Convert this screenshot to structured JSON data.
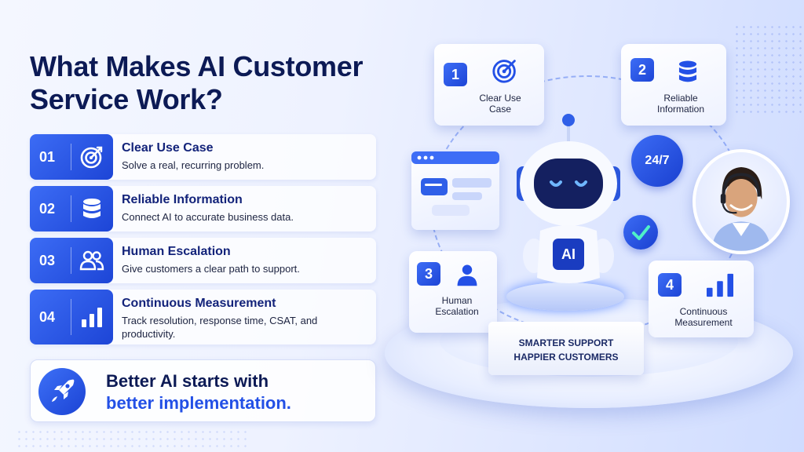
{
  "title": "What Makes AI Customer Service Work?",
  "steps": [
    {
      "num": "01",
      "icon": "target-icon",
      "title": "Clear Use Case",
      "desc": "Solve a real, recurring problem."
    },
    {
      "num": "02",
      "icon": "database-icon",
      "title": "Reliable Information",
      "desc": "Connect AI to accurate business data."
    },
    {
      "num": "03",
      "icon": "people-icon",
      "title": "Human Escalation",
      "desc": "Give customers a clear path to support."
    },
    {
      "num": "04",
      "icon": "bar-chart-icon",
      "title": "Continuous Measurement",
      "desc": "Track resolution, response time, CSAT, and productivity."
    }
  ],
  "banner": {
    "line1": "Better AI starts with",
    "line2": "better implementation.",
    "icon": "rocket-icon"
  },
  "illustration": {
    "cards": [
      {
        "num": "1",
        "label": "Clear Use Case",
        "icon": "target-icon"
      },
      {
        "num": "2",
        "label": "Reliable Information",
        "icon": "database-icon"
      },
      {
        "num": "3",
        "label": "Human Escalation",
        "icon": "person-icon"
      },
      {
        "num": "4",
        "label": "Continuous Measurement",
        "icon": "bar-chart-icon"
      }
    ],
    "hours_badge": "24/7",
    "robot_badge": "AI",
    "sign": {
      "line1": "SMARTER SUPPORT",
      "line2": "HAPPIER CUSTOMERS"
    }
  },
  "colors": {
    "accent": "#2350e6",
    "navy": "#0c1a55",
    "background": "#eef2ff"
  }
}
